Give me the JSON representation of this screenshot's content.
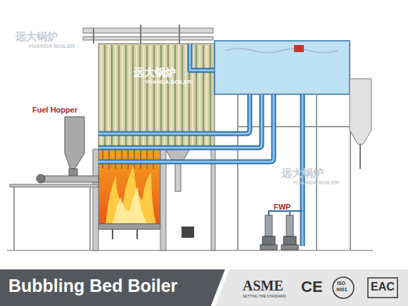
{
  "diagram": {
    "title": "Bubbling Bed Boiler",
    "labels": [
      "Fuel Hopper",
      "FWP",
      "远大锅炉",
      "YUANDA BOILER",
      "远大锅炉",
      "YUANDA BOILER",
      "远大锅炉",
      "YUANDA BOILER",
      "ASME",
      "SETTING THE STANDARD",
      "CE",
      "ISO",
      "9001",
      "EAC"
    ]
  }
}
